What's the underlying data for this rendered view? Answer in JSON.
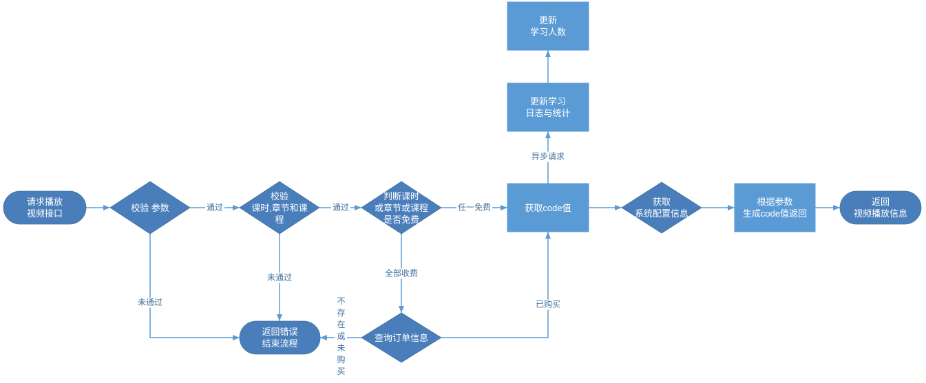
{
  "diagram": {
    "nodes": {
      "request": {
        "lines": [
          "请求播放",
          "视频接口"
        ]
      },
      "check_params": {
        "lines": [
          "校验 参数"
        ]
      },
      "check_lesson": {
        "lines": [
          "校验",
          "课时,章节和课",
          "程"
        ]
      },
      "check_free": {
        "lines": [
          "判断课时",
          "或章节或课程",
          "是否免费"
        ]
      },
      "get_code": {
        "lines": [
          "获取code值"
        ]
      },
      "get_config": {
        "lines": [
          "获取",
          "系统配置信息"
        ]
      },
      "generate_code": {
        "lines": [
          "根据参数",
          "生成code值返回"
        ]
      },
      "return_info": {
        "lines": [
          "返回",
          "视频播放信息"
        ]
      },
      "update_log": {
        "lines": [
          "更新学习",
          "日志与统计"
        ]
      },
      "update_count": {
        "lines": [
          "更新",
          "学习人数"
        ]
      },
      "return_error": {
        "lines": [
          "返回错误",
          "结束流程"
        ]
      },
      "query_order": {
        "lines": [
          "查询订单信息"
        ]
      }
    },
    "edge_labels": {
      "params_pass": "通过",
      "lesson_pass": "通过",
      "any_free": "任一免费",
      "async_request": "异步请求",
      "params_fail": "未通过",
      "lesson_fail": "未通过",
      "all_paid": "全部收费",
      "purchased": "已购买",
      "not_exist_or_unpaid": "不存在或未购买"
    },
    "colors": {
      "process_fill": "#5b9bd5",
      "decision_fill": "#4a7ebb",
      "terminal_fill": "#4a7ebb",
      "connector": "#5b9bd5",
      "label_text": "#41719c",
      "shape_text": "#ffffff",
      "shape_border": "#41719c"
    }
  }
}
